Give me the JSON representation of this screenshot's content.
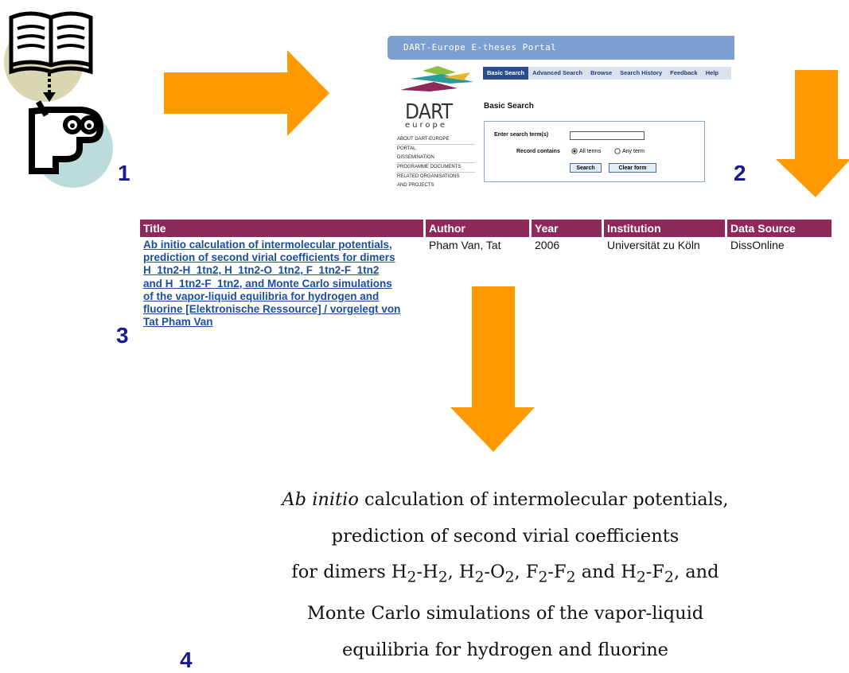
{
  "steps": {
    "s1": "1",
    "s2": "2",
    "s3": "3",
    "s4": "4"
  },
  "colors": {
    "arrow": "#ff9900",
    "bar": "#7a9fd0",
    "header": "#8d2a5b",
    "link": "#1a4fa0",
    "step": "#1a1a8c"
  },
  "portal": {
    "title": "DART-Europe E-theses Portal",
    "tabs": [
      "Basic Search",
      "Advanced Search",
      "Browse",
      "Search History",
      "Feedback",
      "Help"
    ],
    "logo": {
      "word": "DART",
      "sub": "europe"
    },
    "sidebar": [
      "ABOUT DART-EUROPE",
      "PORTAL",
      "DISSEMINATION",
      "PROGRAMME DOCUMENTS",
      "RELATED ORGANISATIONS",
      "AND PROJECTS"
    ],
    "heading": "Basic Search",
    "form": {
      "search_label": "Enter search term(s)",
      "search_value": "",
      "record_label": "Record contains",
      "option_all": "All terms",
      "option_any": "Any term",
      "search_button": "Search",
      "clear_button": "Clear form"
    }
  },
  "results": {
    "headers": [
      "Title",
      "Author",
      "Year",
      "Institution",
      "Data Source"
    ],
    "row": {
      "title_lines": [
        "Ab initio calculation of intermolecular potentials,",
        "prediction of second virial coefficients for dimers",
        "H_1tn2-H_1tn2, H_1tn2-O_1tn2, F_1tn2-F_1tn2",
        "and H_1tn2-F_1tn2, and Monte Carlo simulations",
        "of the vapor-liquid equilibria for hydrogen and",
        "fluorine [Elektronische Ressource] / vorgelegt von",
        "Tat Pham Van"
      ],
      "author": "Pham Van, Tat",
      "year": "2006",
      "institution": "Universität zu Köln",
      "source": "DissOnline"
    }
  },
  "thesis": {
    "ab_initio": "Ab initio",
    "line1_rest": " calculation of intermolecular potentials,",
    "line2": "prediction of second virial coefficients",
    "line3_prefix": "for dimers ",
    "h": "H",
    "o": "O",
    "f": "F",
    "sub": "2",
    "dash": "-",
    "comma": ", ",
    "and": " and ",
    "tail": ", and",
    "line4": "Monte Carlo simulations of the vapor-liquid",
    "line5": "equilibria for hydrogen and fluorine"
  }
}
